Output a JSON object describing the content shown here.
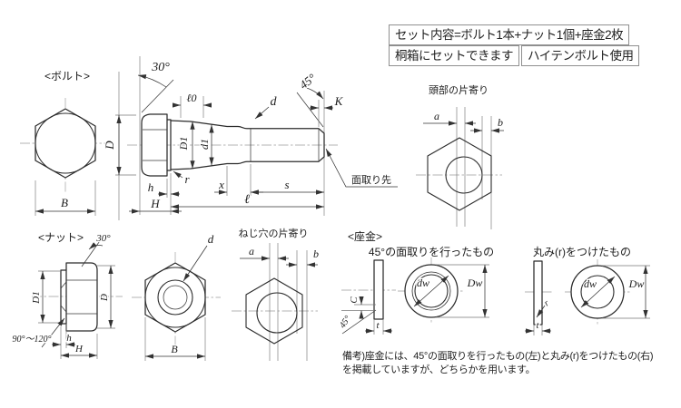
{
  "header": {
    "box1": "セット内容=ボルト1本+ナット1個+座金2枚",
    "box2": "桐箱にセットできます",
    "box3": "ハイテンボルト使用"
  },
  "bolt": {
    "section_label": "<ボルト>",
    "front": {
      "B": "B"
    },
    "side": {
      "angle30": "30°",
      "D": "D",
      "l0": "ℓ0",
      "D1": "D1",
      "d1": "d1",
      "d": "d",
      "angle45": "45°",
      "K": "K",
      "r": "r",
      "h": "h",
      "H": "H",
      "x": "x",
      "s": "s",
      "l": "ℓ",
      "tip_label": "面取り先"
    },
    "head_offset": {
      "title": "頭部の片寄り",
      "a": "a",
      "b": "b"
    }
  },
  "nut": {
    "section_label": "<ナット>",
    "side": {
      "angle30": "30°",
      "D1": "D1",
      "D": "D",
      "angle_range": "90°〜120°",
      "h": "h",
      "H": "H"
    },
    "front": {
      "d": "d",
      "B": "B"
    },
    "hole_offset": {
      "title": "ねじ穴の片寄り",
      "a": "a",
      "b": "b"
    }
  },
  "washer": {
    "section_label": "<座金>",
    "chamfer": {
      "title": "45°の面取りを行ったもの",
      "C": "C",
      "angle45": "45°",
      "t": "t",
      "dw": "dw",
      "Dw": "Dw"
    },
    "round": {
      "title": "丸み(r)をつけたもの",
      "r": "r",
      "t": "t",
      "dw": "dw",
      "Dw": "Dw"
    }
  },
  "note": {
    "line1": "備考)座金には、45°の面取りを行ったもの(左)と丸み(r)をつけたもの(右)",
    "line2": "を掲載していますが、どちらかを用います。"
  }
}
